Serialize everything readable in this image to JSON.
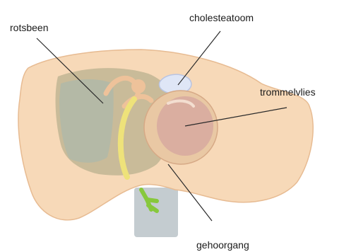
{
  "labels": {
    "rotsbeen": "rotsbeen",
    "cholesteatoom": "cholesteatoom",
    "trommelvlies": "trommelvlies",
    "gehoorgang": "gehoorgang"
  },
  "colors": {
    "skin": "#f7d9b8",
    "skin_outline": "#e7bb92",
    "bone_region": "#b9b08f",
    "gray_region": "#a9b8ae",
    "ossicle": "#eec29a",
    "nerve": "#eee27a",
    "cholesteatoma": "#dfe6f6",
    "eardrum_outer": "#e9c8a4",
    "eardrum_inner": "#d7a9a0",
    "ear_canal_tube": "#c4ccd0",
    "nerve_branch": "#87c83c",
    "leader_line": "#2a2a2a"
  }
}
